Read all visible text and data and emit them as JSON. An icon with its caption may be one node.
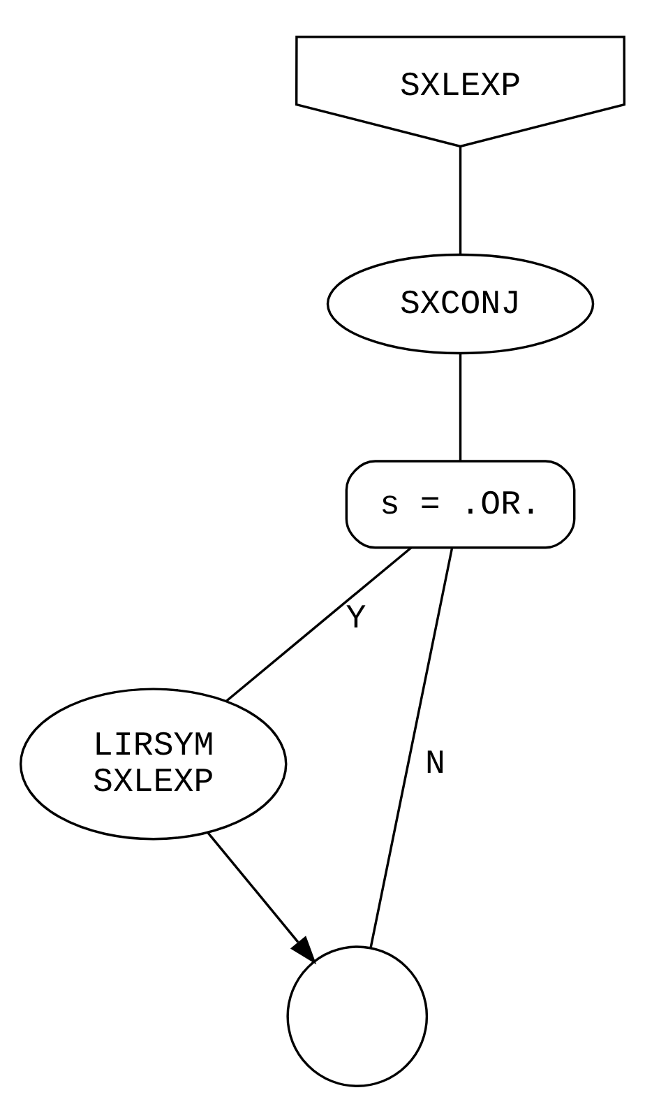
{
  "diagram": {
    "nodes": [
      {
        "text": [
          "SXLEXP"
        ]
      },
      {
        "text": [
          "SXCONJ"
        ]
      },
      {
        "text": [
          "s = .OR."
        ]
      },
      {
        "text": [
          "LIRSYM",
          "SXLEXP"
        ]
      },
      {
        "text": [],
        "shape": "circle"
      }
    ],
    "edges": [
      {
        "from": 0,
        "to": 1,
        "arrow": "none"
      },
      {
        "from": 1,
        "to": 2,
        "arrow": "none"
      },
      {
        "from": 2,
        "to": 3,
        "arrow": "none",
        "label": "Y"
      },
      {
        "from": 2,
        "to": 4,
        "arrow": "none",
        "label": "N"
      },
      {
        "from": 3,
        "to": 4,
        "arrow": "to"
      }
    ]
  }
}
